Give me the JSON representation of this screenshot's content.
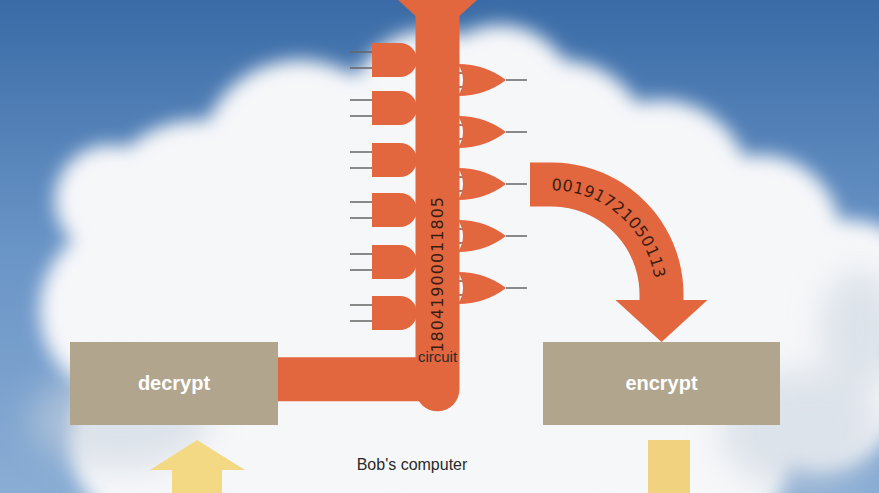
{
  "diagram": {
    "nodes": [
      {
        "text": [
          "decrypt"
        ]
      },
      {
        "text": [
          "circuit"
        ]
      },
      {
        "text": [
          "encrypt"
        ]
      }
    ],
    "edges": [
      {
        "from": 0,
        "to": 1,
        "arrow": "to",
        "label": "18041900011805"
      },
      {
        "from": 1,
        "to": 2,
        "arrow": "to",
        "label": "00191721050113"
      }
    ],
    "labels": [
      "Bob's computer"
    ]
  }
}
